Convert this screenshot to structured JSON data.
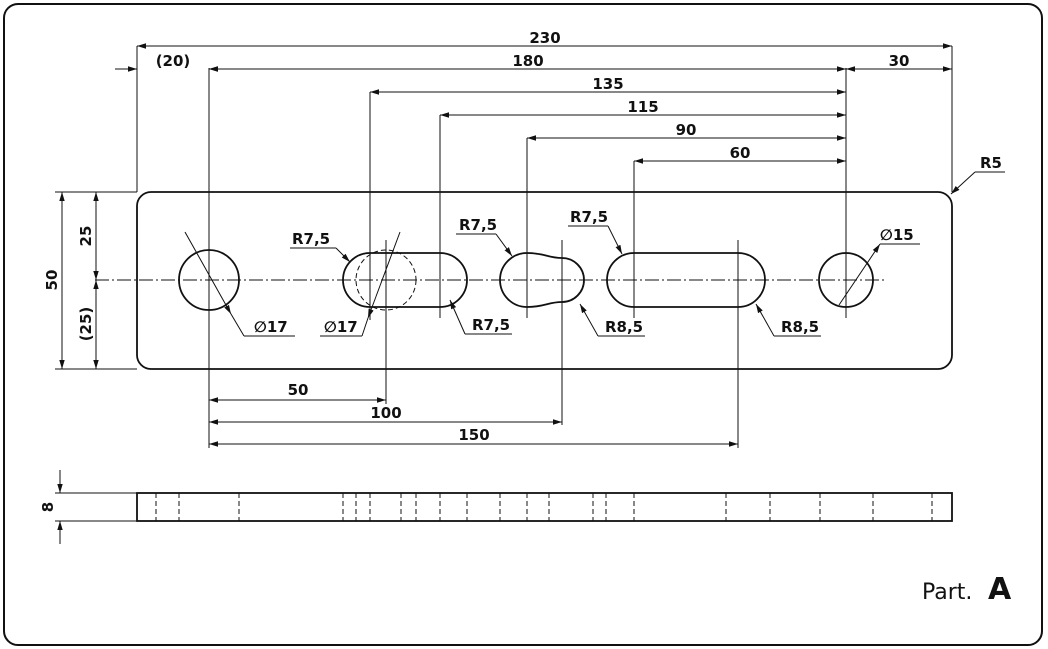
{
  "title": "Part.",
  "part_letter": "A",
  "dimensions": {
    "overall_length": "230",
    "left_ref": "(20)",
    "center_span": "180",
    "right_end": "30",
    "slot1_ref": "135",
    "slot1_end": "115",
    "slot2_ref": "90",
    "slot3_ref": "60",
    "corner_radius": "R5",
    "width": "50",
    "half_width": "25",
    "half_width_ref": "(25)",
    "bottom_50": "50",
    "bottom_100": "100",
    "bottom_150": "150",
    "thickness": "8"
  },
  "callouts": {
    "hole_left": "∅17",
    "hole_slot": "∅17",
    "hole_right": "∅15",
    "slot1_r_top": "R7,5",
    "slot1_r_bottom": "R7,5",
    "slot2_r_top": "R7,5",
    "slot2_r_bottom": "R8,5",
    "slot3_r_top": "R7,5",
    "slot3_r_bottom": "R8,5"
  }
}
